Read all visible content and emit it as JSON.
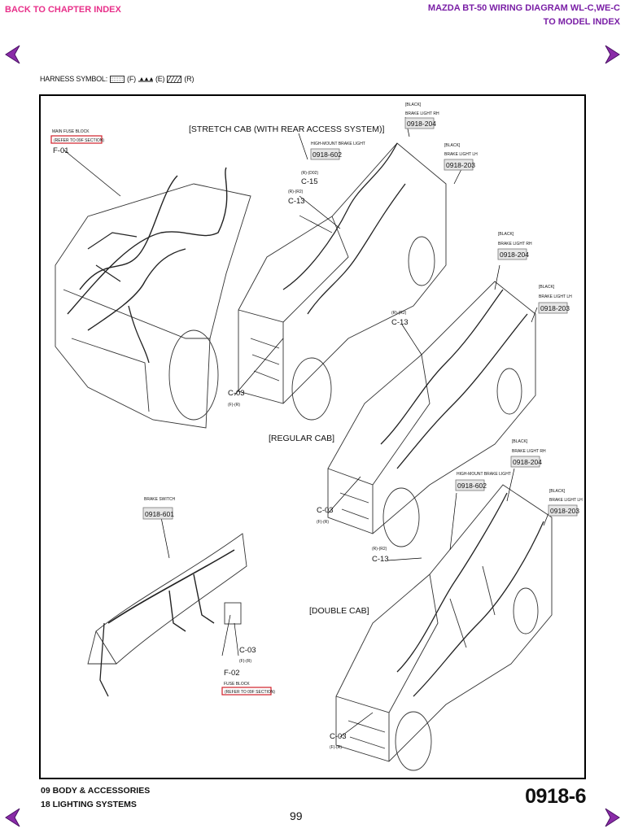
{
  "header": {
    "back_link": "BACK TO CHAPTER INDEX",
    "title": "MAZDA BT-50 WIRING DIAGRAM WL-C,WE-C",
    "model_link": "TO MODEL INDEX"
  },
  "harness_symbol": {
    "label": "HARNESS SYMBOL:",
    "front": "(F)",
    "engine": "(E)",
    "rear": "(R)"
  },
  "diagram": {
    "stretch_cab_title": "[STRETCH CAB (WITH REAR ACCESS SYSTEM)]",
    "regular_cab_title": "[REGULAR CAB]",
    "double_cab_title": "[DOUBLE CAB]",
    "main_fuse_block": "MAIN FUSE BLOCK",
    "refer_09f": "(REFER TO 09F SECTION)",
    "f01": "F-01",
    "f02": "F-02",
    "fuse_block": "FUSE BLOCK",
    "brake_switch": "BRAKE SWITCH",
    "code_0918_601": "0918-601",
    "black": "[BLACK]",
    "brake_light_rh": "BRAKE LIGHT RH",
    "brake_light_lh": "BRAKE LIGHT LH",
    "high_mount": "HIGH-MOUNT BRAKE LIGHT",
    "code_0918_204": "0918-204",
    "code_0918_203": "0918-203",
    "code_0918_602": "0918-602",
    "c15": "C-15",
    "c13": "C-13",
    "c03": "C-03",
    "r_d02": "(R)-(D02)",
    "r_r2": "(R)-(R2)",
    "f_r": "(F)-(R)"
  },
  "footer": {
    "section_09": "09  BODY & ACCESSORIES",
    "section_18": "18  LIGHTING SYSTEMS",
    "page_id": "0918-6",
    "page_number": "99"
  },
  "colors": {
    "pink": "#e8308a",
    "purple": "#7a1fa6",
    "red_box": "#d0202a"
  }
}
